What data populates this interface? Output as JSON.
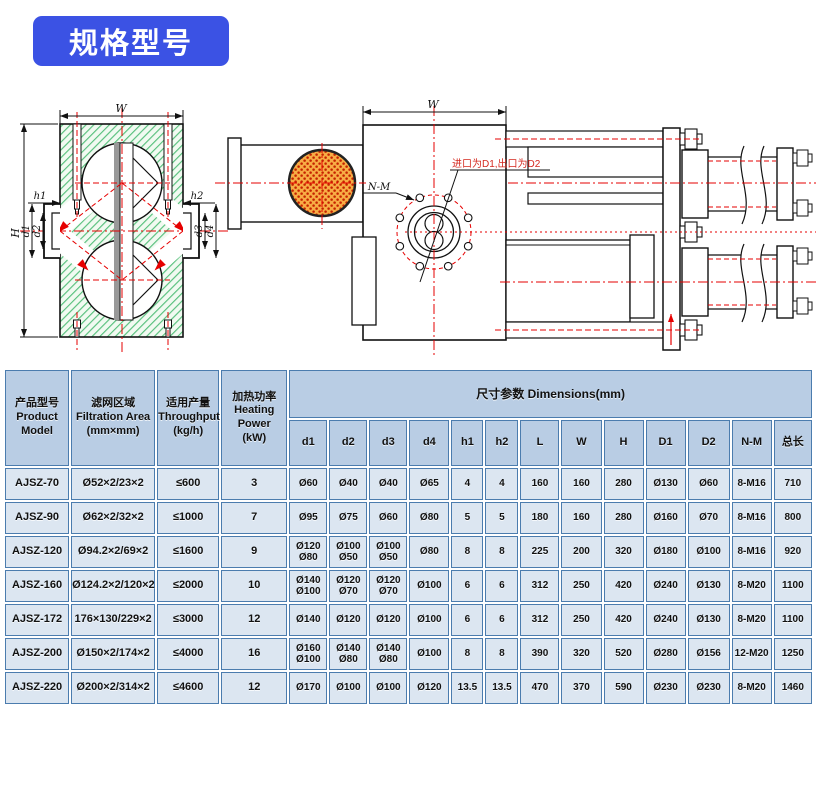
{
  "page": {
    "title": "规格型号",
    "title_bg": "#3b52e4"
  },
  "drawing": {
    "labels": {
      "front_width": "W",
      "front_height": "H",
      "h1": "h1",
      "h2": "h2",
      "d1": "d1",
      "d2": "d2",
      "d3": "d3",
      "d4": "d4",
      "side_width": "W",
      "bolt_note": "N-M",
      "port_note": "进口为D1,出口为D2"
    },
    "colors": {
      "centerline_red": "#e60000",
      "hatch_green": "#57c07c",
      "breaker_plate_orange": "#f7ad45",
      "breaker_plate_dot_red": "#c62200"
    }
  },
  "table": {
    "headers": {
      "product_model": "产品型号\nProduct Model",
      "filtration_area": "滤网区域\nFiltration Area\n(mm×mm)",
      "throughput": "适用产量\nThroughput\n(kg/h)",
      "heating_power": "加热功率\nHeating\nPower\n(kW)",
      "dimensions_group": "尺寸参数 Dimensions(mm)",
      "dim_columns": [
        "d1",
        "d2",
        "d3",
        "d4",
        "h1",
        "h2",
        "L",
        "W",
        "H",
        "D1",
        "D2",
        "N-M",
        "总长"
      ]
    },
    "rows": [
      {
        "model": "AJSZ-70",
        "filtration": "Ø52×2/23×2",
        "throughput": "≤600",
        "power": "3",
        "dims": [
          "Ø60",
          "Ø40",
          "Ø40",
          "Ø65",
          "4",
          "4",
          "160",
          "160",
          "280",
          "Ø130",
          "Ø60",
          "8-M16",
          "710"
        ]
      },
      {
        "model": "AJSZ-90",
        "filtration": "Ø62×2/32×2",
        "throughput": "≤1000",
        "power": "7",
        "dims": [
          "Ø95",
          "Ø75",
          "Ø60",
          "Ø80",
          "5",
          "5",
          "180",
          "160",
          "280",
          "Ø160",
          "Ø70",
          "8-M16",
          "800"
        ]
      },
      {
        "model": "AJSZ-120",
        "filtration": "Ø94.2×2/69×2",
        "throughput": "≤1600",
        "power": "9",
        "dims": [
          "Ø120\nØ80",
          "Ø100\nØ50",
          "Ø100\nØ50",
          "Ø80",
          "8",
          "8",
          "225",
          "200",
          "320",
          "Ø180",
          "Ø100",
          "8-M16",
          "920"
        ]
      },
      {
        "model": "AJSZ-160",
        "filtration": "Ø124.2×2/120×2",
        "throughput": "≤2000",
        "power": "10",
        "dims": [
          "Ø140\nØ100",
          "Ø120\nØ70",
          "Ø120\nØ70",
          "Ø100",
          "6",
          "6",
          "312",
          "250",
          "420",
          "Ø240",
          "Ø130",
          "8-M20",
          "1100"
        ]
      },
      {
        "model": "AJSZ-172",
        "filtration": "176×130/229×2",
        "throughput": "≤3000",
        "power": "12",
        "dims": [
          "Ø140",
          "Ø120",
          "Ø120",
          "Ø100",
          "6",
          "6",
          "312",
          "250",
          "420",
          "Ø240",
          "Ø130",
          "8-M20",
          "1100"
        ]
      },
      {
        "model": "AJSZ-200",
        "filtration": "Ø150×2/174×2",
        "throughput": "≤4000",
        "power": "16",
        "dims": [
          "Ø160\nØ100",
          "Ø140\nØ80",
          "Ø140\nØ80",
          "Ø100",
          "8",
          "8",
          "390",
          "320",
          "520",
          "Ø280",
          "Ø156",
          "12-M20",
          "1250"
        ]
      },
      {
        "model": "AJSZ-220",
        "filtration": "Ø200×2/314×2",
        "throughput": "≤4600",
        "power": "12",
        "dims": [
          "Ø170",
          "Ø100",
          "Ø100",
          "Ø120",
          "13.5",
          "13.5",
          "470",
          "370",
          "590",
          "Ø230",
          "Ø230",
          "8-M20",
          "1460"
        ]
      }
    ]
  }
}
